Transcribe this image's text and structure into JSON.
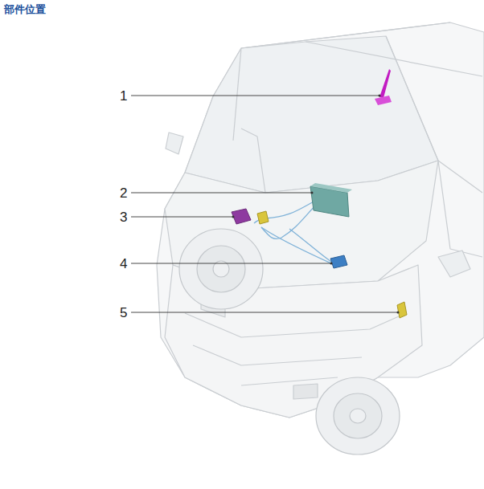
{
  "diagram": {
    "title": "部件位置",
    "labels": [
      "1",
      "2",
      "3",
      "4",
      "5"
    ]
  }
}
